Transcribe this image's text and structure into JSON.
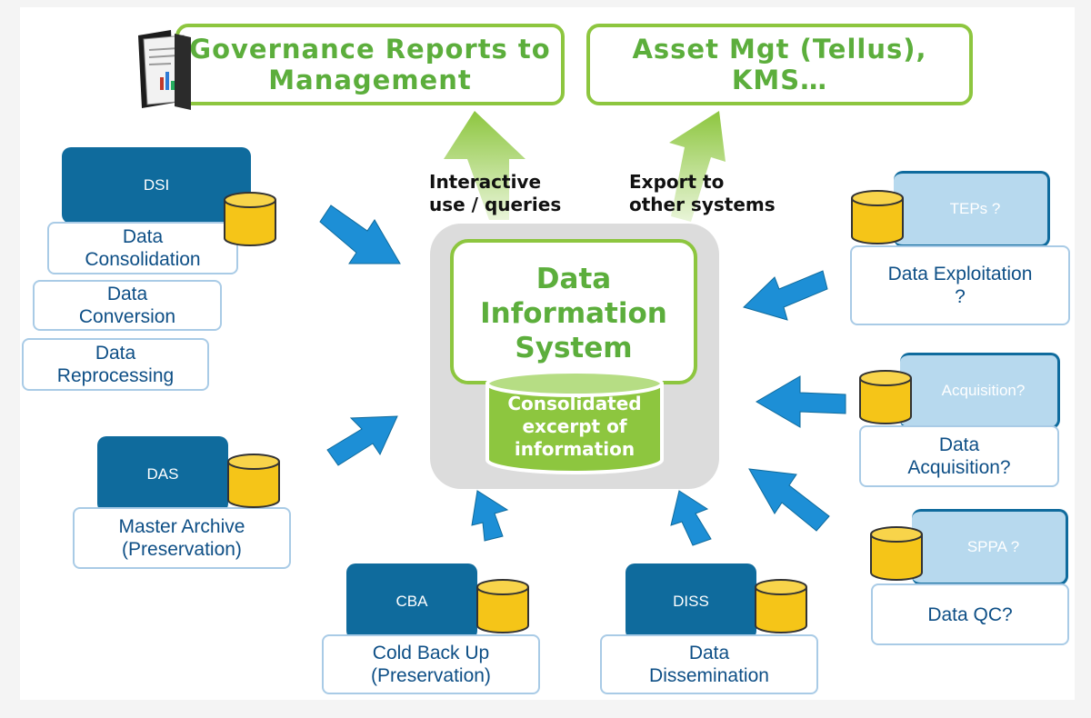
{
  "outcomes": {
    "governance": "Governance Reports to\nManagement",
    "asset": "Asset Mgt (Tellus),\nKMS…"
  },
  "flows": {
    "interactive": "Interactive\nuse / queries",
    "export": "Export to\nother systems"
  },
  "core": {
    "title": "Data\nInformation\nSystem",
    "db_label": "Consolidated\nexcerpt of\ninformation"
  },
  "sources_left": [
    {
      "tab": "DSI",
      "descriptions": [
        "Data\nConsolidation",
        "Data\nConversion",
        "Data\nReprocessing"
      ]
    },
    {
      "tab": "DAS",
      "descriptions": [
        "Master Archive\n(Preservation)"
      ]
    }
  ],
  "sources_bottom": [
    {
      "tab": "CBA",
      "description": "Cold Back Up\n(Preservation)"
    },
    {
      "tab": "DISS",
      "description": "Data\nDissemination"
    }
  ],
  "sources_right": [
    {
      "tab": "TEPs ?",
      "description": "Data Exploitation\n?"
    },
    {
      "tab": "Acquisition?",
      "description": "Data\nAcquisition?"
    },
    {
      "tab": "SPPA ?",
      "description": "Data QC?"
    }
  ],
  "icons": {
    "report": "report-folder-icon",
    "database": "database-icon"
  },
  "colors": {
    "green": "#8dc63f",
    "green_text": "#5cae3c",
    "dark_blue": "#0f6b9d",
    "light_blue": "#b7d9ee",
    "arrow_blue": "#1d8fd6",
    "db_yellow": "#f5c518"
  }
}
